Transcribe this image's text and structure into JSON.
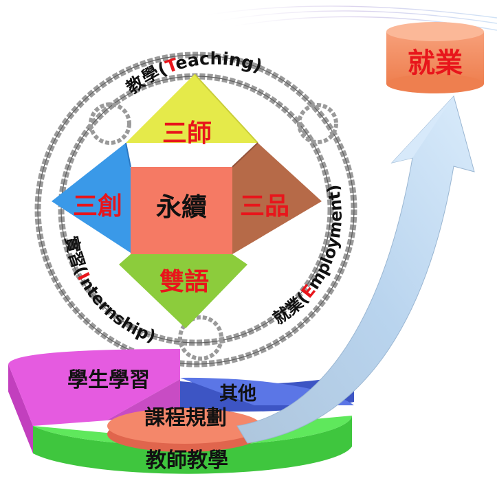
{
  "top_goal": {
    "label": "就業",
    "color": "#f4884f"
  },
  "ring_labels": {
    "teaching_prefix": "教學(",
    "teaching_initial": "T",
    "teaching_rest": "eaching)",
    "employment_prefix": "就業(",
    "employment_initial": "E",
    "employment_rest": "mployment)",
    "internship_prefix": "實習(",
    "internship_initial": "I",
    "internship_rest": "nternship)"
  },
  "diamond": {
    "center": "永續",
    "top": "三師",
    "left": "三創",
    "right": "三品",
    "bottom": "雙語",
    "colors": {
      "top": "#e5ea4a",
      "left": "#3a99e8",
      "right": "#b66a48",
      "bottom": "#8ccc3c",
      "center": "#f57a64"
    }
  },
  "pie": {
    "segments": [
      {
        "label": "學生學習",
        "color": "#e55be0"
      },
      {
        "label": "其他",
        "color": "#5b76e6"
      },
      {
        "label": "課程規劃",
        "color": "#f4876a"
      },
      {
        "label": "教師教學",
        "color": "#5fe85c"
      }
    ]
  },
  "icons": {
    "arrow": "growth-arrow",
    "chain": "chain-ring"
  }
}
